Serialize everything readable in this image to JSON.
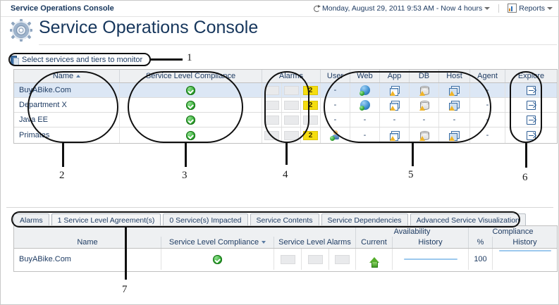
{
  "appbar": {
    "title": "Service Operations Console",
    "time_range": "Monday, August 29, 2011 9:53 AM - Now 4 hours",
    "reports_label": "Reports",
    "clock_icon": "clock-icon",
    "reports_icon": "report-chart-icon"
  },
  "page": {
    "title": "Service Operations Console",
    "gear_icon": "gear-icon",
    "select_link": "Select services and tiers to monitor",
    "select_icon": "select-services-icon"
  },
  "top_grid": {
    "headers": {
      "name": "Name",
      "slc": "Service Level Compliance",
      "alarms": "Alarms",
      "user": "User",
      "web": "Web",
      "app": "App",
      "db": "DB",
      "host": "Host",
      "agent": "Agent",
      "explore": "Explore"
    },
    "name_sort": "ascending",
    "rows": [
      {
        "name": "BuyABike.Com",
        "selected": true,
        "slc": "ok",
        "alarms": [
          "",
          "",
          "2"
        ],
        "user": "-",
        "web": "globe",
        "app": "window-warn",
        "db": "database-warn",
        "host": "host-warn",
        "agent": "-",
        "explore": "explore-icon"
      },
      {
        "name": "Department X",
        "selected": false,
        "slc": "ok",
        "alarms": [
          "",
          "",
          "2"
        ],
        "user": "-",
        "web": "globe",
        "app": "window-warn",
        "db": "database-warn",
        "host": "host-warn",
        "agent": "-",
        "explore": "explore-icon"
      },
      {
        "name": "Java EE",
        "selected": false,
        "slc": "ok",
        "alarms": [
          "",
          "",
          ""
        ],
        "user": "-",
        "web": "-",
        "app": "-",
        "db": "-",
        "host": "-",
        "agent": "-",
        "explore": "explore-icon"
      },
      {
        "name": "Primates",
        "selected": false,
        "slc": "ok",
        "alarms": [
          "",
          "",
          "2"
        ],
        "user": "user-online",
        "web": "-",
        "app": "window-warn",
        "db": "database-warn",
        "host": "host-warn",
        "agent": "-",
        "explore": "explore-icon"
      }
    ]
  },
  "tabs": [
    {
      "label": "Alarms",
      "active": false
    },
    {
      "label": "1 Service Level Agreement(s)",
      "active": true
    },
    {
      "label": "0 Service(s) Impacted",
      "active": false
    },
    {
      "label": "Service Contents",
      "active": false
    },
    {
      "label": "Service Dependencies",
      "active": false
    },
    {
      "label": "Advanced Service Visualization",
      "active": false
    }
  ],
  "bottom_grid": {
    "group_headers": {
      "availability": "Availability",
      "compliance": "Compliance"
    },
    "headers": {
      "name": "Name",
      "slc": "Service Level Compliance",
      "sla": "Service Level Alarms",
      "current": "Current",
      "avail_history": "History",
      "percent": "%",
      "comp_history": "History"
    },
    "slc_sort": "descending",
    "rows": [
      {
        "name": "BuyABike.Com",
        "slc": "ok",
        "sla": [
          "",
          "",
          ""
        ],
        "current": "up-arrow",
        "avail_history": "sparkline",
        "percent": "100",
        "comp_history": "sparkline"
      }
    ]
  },
  "callouts": [
    {
      "id": "1",
      "label": "1"
    },
    {
      "id": "2",
      "label": "2"
    },
    {
      "id": "3",
      "label": "3"
    },
    {
      "id": "4",
      "label": "4"
    },
    {
      "id": "5",
      "label": "5"
    },
    {
      "id": "6",
      "label": "6"
    },
    {
      "id": "7",
      "label": "7"
    }
  ],
  "colors": {
    "accent": "#16365c",
    "selected_row": "#dce7f5",
    "alarm_yellow": "#f5dd10",
    "ok_green": "#35ab35",
    "header_bg": "#eef0f2"
  }
}
